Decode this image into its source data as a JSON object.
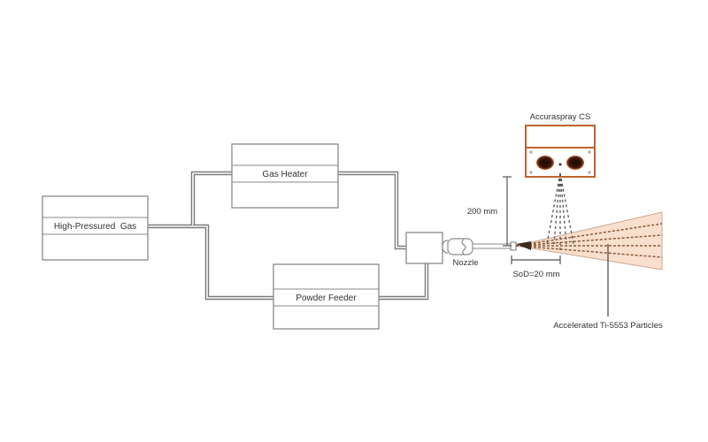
{
  "diagram": {
    "components": {
      "gas_source": "High-Pressured  Gas",
      "gas_heater": "Gas Heater",
      "powder_feeder": "Powder Feeder",
      "nozzle": "Nozzle",
      "sensor": "Accuraspray CS",
      "particles": "Accelerated Ti-5553 Particles"
    },
    "dimensions": {
      "sensor_distance": "200 mm",
      "standoff_distance": "SoD=20 mm"
    },
    "colors": {
      "sensor_frame": "#c0622e",
      "spray_cone": "#f9dfcd",
      "pipe": "#7d7d7d"
    }
  }
}
